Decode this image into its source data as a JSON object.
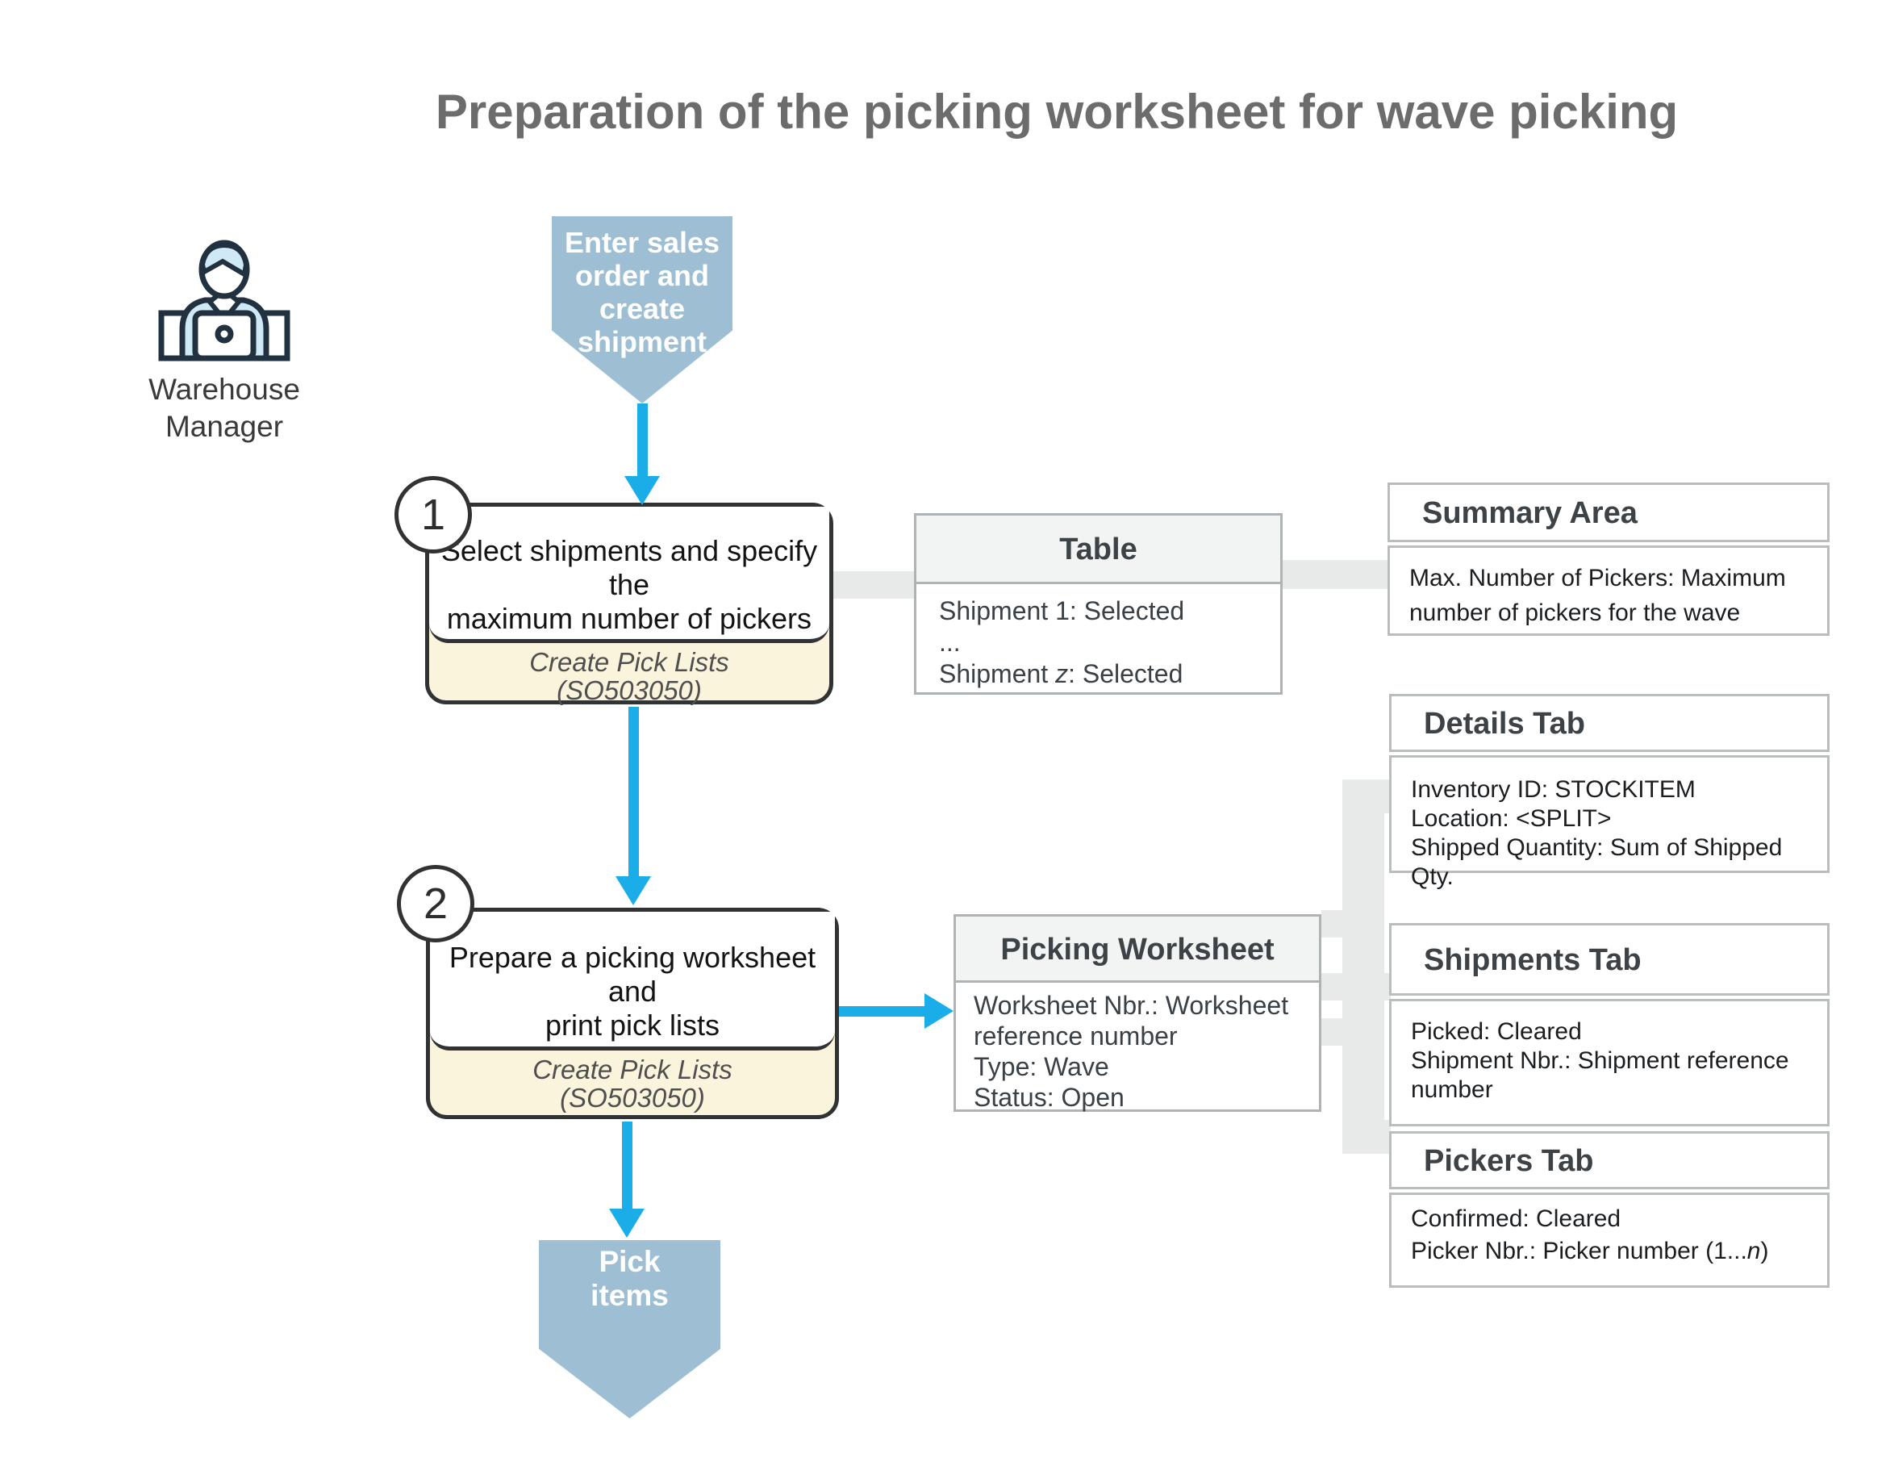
{
  "title": "Preparation of the picking worksheet for wave picking",
  "actor": {
    "icon": "warehouse-manager-at-laptop-icon",
    "label_lines": [
      "Warehouse",
      "Manager"
    ]
  },
  "start_event": {
    "lines": [
      "Enter sales",
      "order and",
      "create",
      "shipment"
    ]
  },
  "end_event": {
    "lines": [
      "Pick",
      "items"
    ]
  },
  "step1": {
    "number": "1",
    "text_lines": [
      "Select shipments and specify the",
      "maximum number of pickers"
    ],
    "screen_lines": [
      "Create Pick Lists",
      "(SO503050)"
    ]
  },
  "step2": {
    "number": "2",
    "text_lines": [
      "Prepare a picking worksheet and",
      "print pick lists"
    ],
    "screen_lines": [
      "Create Pick Lists",
      "(SO503050)"
    ]
  },
  "table_box": {
    "title": "Table",
    "rows_seg": [
      [
        {
          "t": "Shipment 1: Selected"
        }
      ],
      [
        {
          "t": "..."
        }
      ],
      [
        {
          "t": "Shipment "
        },
        {
          "t": "z",
          "i": true
        },
        {
          "t": ": Selected"
        }
      ]
    ]
  },
  "summary_box": {
    "title": "Summary Area",
    "body": "Max. Number of Pickers: Maximum number of pickers for the wave"
  },
  "picking_worksheet_box": {
    "title": "Picking Worksheet",
    "lines": [
      "Worksheet Nbr.: Worksheet reference number",
      "Type: Wave",
      "Status: Open"
    ]
  },
  "details_tab": {
    "title": "Details Tab",
    "lines": [
      "Inventory ID: STOCKITEM",
      "Location: <SPLIT>",
      "Shipped Quantity: Sum of Shipped Qty."
    ]
  },
  "shipments_tab": {
    "title": "Shipments Tab",
    "lines": [
      "Picked: Cleared",
      "Shipment Nbr.: Shipment reference number"
    ]
  },
  "pickers_tab": {
    "title": "Pickers Tab",
    "rows_seg": [
      [
        {
          "t": "Confirmed: Cleared"
        }
      ],
      [
        {
          "t": "Picker Nbr.: Picker number (1..."
        },
        {
          "t": "n",
          "i": true
        },
        {
          "t": ")"
        }
      ]
    ]
  },
  "colors": {
    "arrow_accent": "#1aade8",
    "event_fill": "#9ebfd3",
    "screen_strip_fill": "#fbf4dc",
    "connector_band": "#e8e9e9",
    "screen_header_fill": "#f2f3f3",
    "title_color": "#6c6c6c"
  }
}
